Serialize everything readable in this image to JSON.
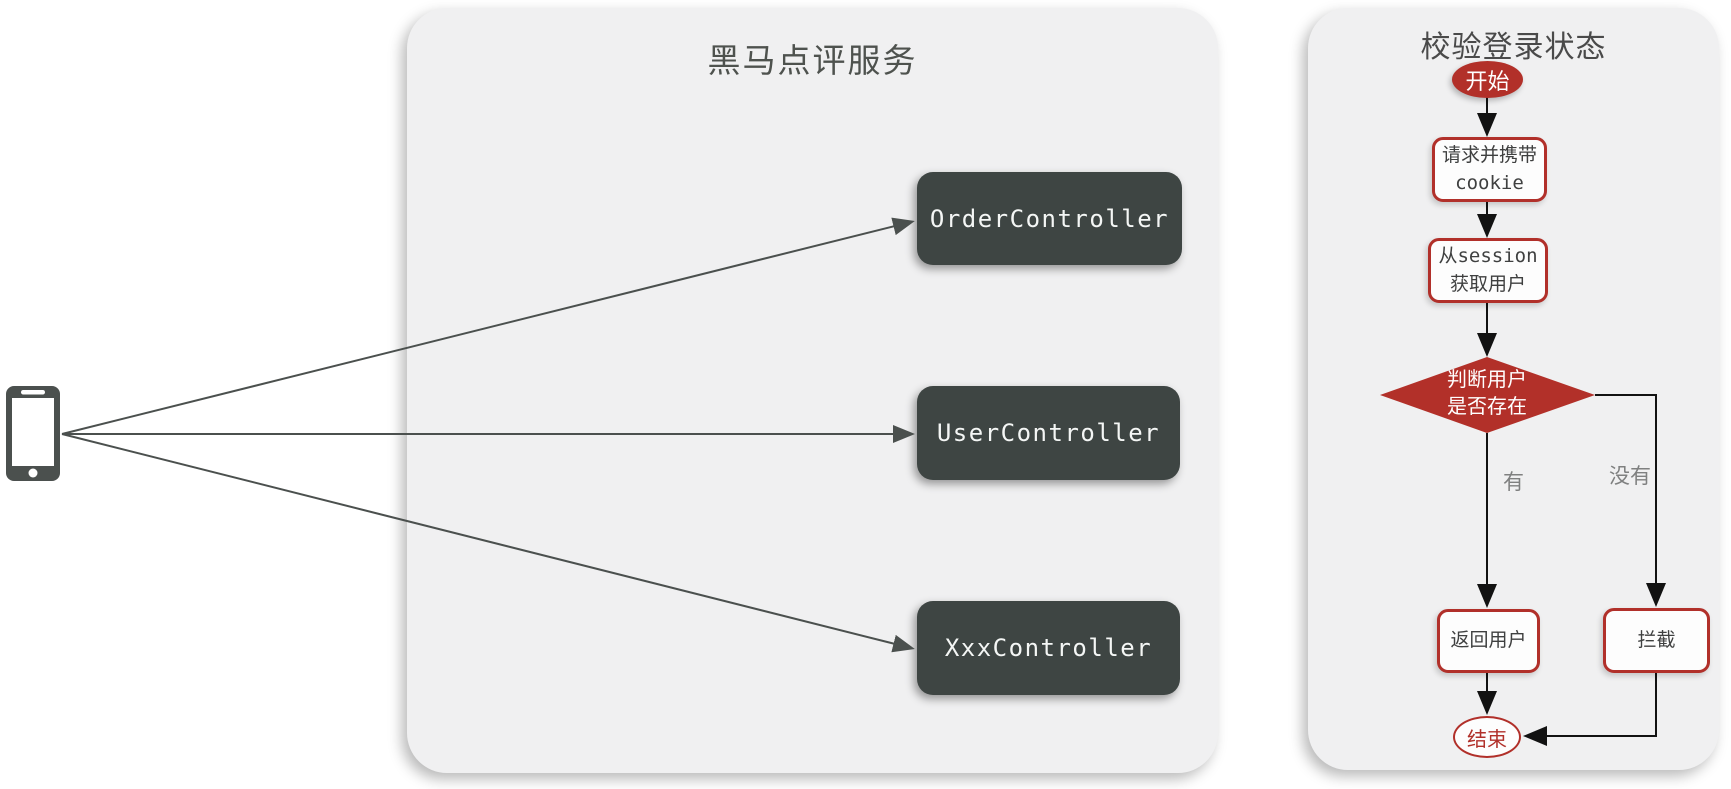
{
  "service_panel": {
    "title": "黑马点评服务",
    "controllers": [
      {
        "label": "OrderController"
      },
      {
        "label": "UserController"
      },
      {
        "label": "XxxController"
      }
    ]
  },
  "client": {
    "icon": "smartphone-icon"
  },
  "flow_panel": {
    "title": "校验登录状态",
    "nodes": {
      "start": "开始",
      "request_line1": "请求并携带",
      "request_line2": "cookie",
      "session_line1": "从session",
      "session_line2": "获取用户",
      "decision_line1": "判断用户",
      "decision_line2": "是否存在",
      "return_user": "返回用户",
      "intercept": "拦截",
      "end": "结束"
    },
    "branches": {
      "yes": "有",
      "no": "没有"
    }
  },
  "colors": {
    "accent_red": "#b23029",
    "dark_box": "#3e4543",
    "panel_bg": "#f0f0f1",
    "line_black": "#121212",
    "line_gray": "#4b504e"
  }
}
